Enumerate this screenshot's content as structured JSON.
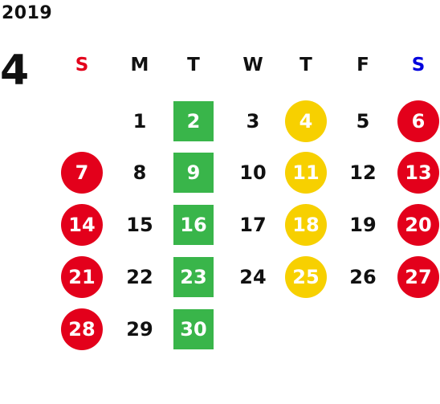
{
  "year": "2019",
  "month": "4",
  "colors": {
    "sunday_header": "#e3001b",
    "saturday_header": "#0000dd",
    "weekday_header": "#111111",
    "red_circle": "#e3001b",
    "yellow_circle": "#f7d000",
    "green_square": "#39b54a"
  },
  "weekdays": [
    {
      "label": "S",
      "style": "sun"
    },
    {
      "label": "M",
      "style": "normal"
    },
    {
      "label": "T",
      "style": "normal"
    },
    {
      "label": "W",
      "style": "normal"
    },
    {
      "label": "T",
      "style": "normal"
    },
    {
      "label": "F",
      "style": "normal"
    },
    {
      "label": "S",
      "style": "sat"
    }
  ],
  "days": [
    {
      "day": "1",
      "col": 1,
      "row": 0,
      "mark": "none"
    },
    {
      "day": "2",
      "col": 2,
      "row": 0,
      "mark": "green-square"
    },
    {
      "day": "3",
      "col": 3,
      "row": 0,
      "mark": "none"
    },
    {
      "day": "4",
      "col": 4,
      "row": 0,
      "mark": "yellow-circle"
    },
    {
      "day": "5",
      "col": 5,
      "row": 0,
      "mark": "none"
    },
    {
      "day": "6",
      "col": 6,
      "row": 0,
      "mark": "red-circle"
    },
    {
      "day": "7",
      "col": 0,
      "row": 1,
      "mark": "red-circle"
    },
    {
      "day": "8",
      "col": 1,
      "row": 1,
      "mark": "none"
    },
    {
      "day": "9",
      "col": 2,
      "row": 1,
      "mark": "green-square"
    },
    {
      "day": "10",
      "col": 3,
      "row": 1,
      "mark": "none"
    },
    {
      "day": "11",
      "col": 4,
      "row": 1,
      "mark": "yellow-circle"
    },
    {
      "day": "12",
      "col": 5,
      "row": 1,
      "mark": "none"
    },
    {
      "day": "13",
      "col": 6,
      "row": 1,
      "mark": "red-circle"
    },
    {
      "day": "14",
      "col": 0,
      "row": 2,
      "mark": "red-circle"
    },
    {
      "day": "15",
      "col": 1,
      "row": 2,
      "mark": "none"
    },
    {
      "day": "16",
      "col": 2,
      "row": 2,
      "mark": "green-square"
    },
    {
      "day": "17",
      "col": 3,
      "row": 2,
      "mark": "none"
    },
    {
      "day": "18",
      "col": 4,
      "row": 2,
      "mark": "yellow-circle"
    },
    {
      "day": "19",
      "col": 5,
      "row": 2,
      "mark": "none"
    },
    {
      "day": "20",
      "col": 6,
      "row": 2,
      "mark": "red-circle"
    },
    {
      "day": "21",
      "col": 0,
      "row": 3,
      "mark": "red-circle"
    },
    {
      "day": "22",
      "col": 1,
      "row": 3,
      "mark": "none"
    },
    {
      "day": "23",
      "col": 2,
      "row": 3,
      "mark": "green-square"
    },
    {
      "day": "24",
      "col": 3,
      "row": 3,
      "mark": "none"
    },
    {
      "day": "25",
      "col": 4,
      "row": 3,
      "mark": "yellow-circle"
    },
    {
      "day": "26",
      "col": 5,
      "row": 3,
      "mark": "none"
    },
    {
      "day": "27",
      "col": 6,
      "row": 3,
      "mark": "red-circle"
    },
    {
      "day": "28",
      "col": 0,
      "row": 4,
      "mark": "red-circle"
    },
    {
      "day": "29",
      "col": 1,
      "row": 4,
      "mark": "none"
    },
    {
      "day": "30",
      "col": 2,
      "row": 4,
      "mark": "green-square"
    }
  ]
}
